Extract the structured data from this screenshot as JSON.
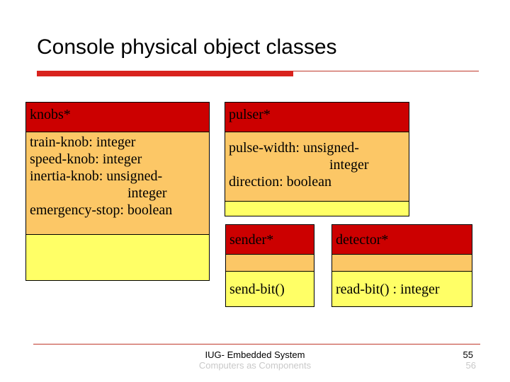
{
  "slide": {
    "title": "Console physical object classes"
  },
  "classes": {
    "knobs": {
      "name": "knobs*",
      "attributes": [
        "train-knob: integer",
        "speed-knob: integer",
        "inertia-knob: unsigned-",
        "integer",
        "emergency-stop: boolean"
      ],
      "operations": ""
    },
    "pulser": {
      "name": "pulser*",
      "attributes": [
        "pulse-width: unsigned-",
        "integer",
        "direction: boolean"
      ],
      "operations": ""
    },
    "sender": {
      "name": "sender*",
      "attributes": [],
      "operations": "send-bit()"
    },
    "detector": {
      "name": "detector*",
      "attributes": [],
      "operations": "read-bit() : integer"
    }
  },
  "footer": {
    "text_a": "IUG- Embedded System",
    "text_b": "Computers as Components",
    "page_a": "55",
    "page_b": "56"
  },
  "colors": {
    "name_fill": "#cc0000",
    "attr_fill": "#fcc766",
    "op_fill": "#ffff66",
    "accent": "#d9231e"
  }
}
